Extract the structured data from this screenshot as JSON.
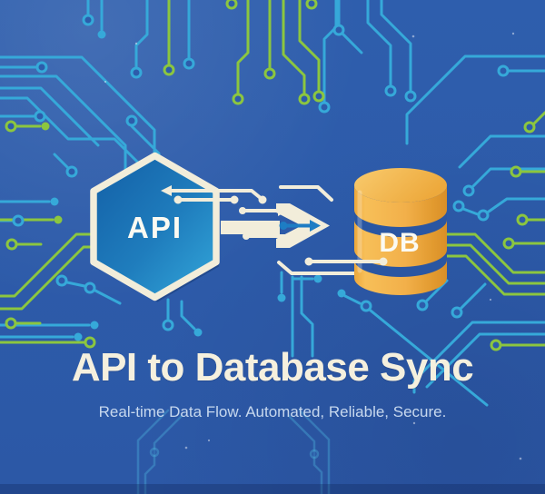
{
  "poster": {
    "title": "API to Database Sync",
    "subtitle": "Real-time Data Flow. Automated, Reliable, Secure.",
    "api_badge_label": "API",
    "db_label": "DB"
  },
  "colors": {
    "background": "#2d5cab",
    "bottom_strip": "#26539e",
    "trace_cyan": "#36a9d9",
    "trace_green": "#8cc63f",
    "cream": "#f2edda",
    "title_text": "#f5f0de",
    "subtitle_text": "#c7d8ee",
    "hexagon_gradient_dark": "#135fa6",
    "hexagon_gradient_light": "#33a7da",
    "db_top": "#f8c96a",
    "db_body": "#f2b14a",
    "db_shadow": "#d98f28",
    "db_separator": "#2a56a2",
    "mini_arrow_blue": "#1d7dc4"
  }
}
